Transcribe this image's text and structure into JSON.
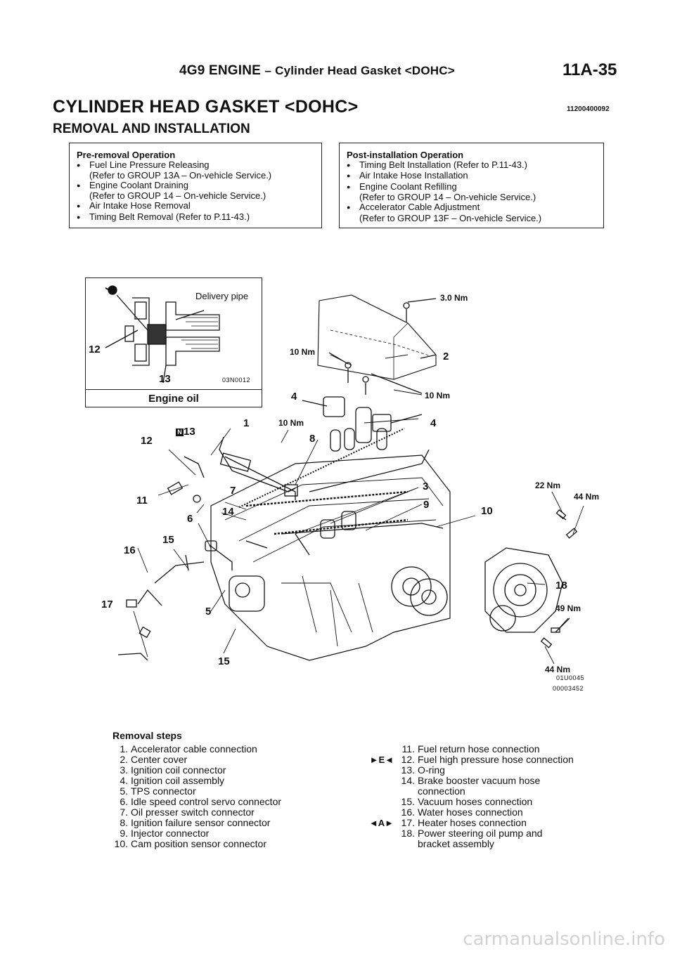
{
  "header": {
    "engine": "4G9 ENGINE",
    "section": "– Cylinder Head Gasket <DOHC>",
    "page": "11A-35"
  },
  "title": "CYLINDER HEAD GASKET <DOHC>",
  "doc_code": "11200400092",
  "subtitle": "REMOVAL AND INSTALLATION",
  "pre_op": {
    "heading": "Pre-removal Operation",
    "lines": [
      {
        "bullet": true,
        "text": "Fuel Line Pressure Releasing"
      },
      {
        "bullet": false,
        "text": "(Refer to GROUP 13A – On-vehicle Service.)"
      },
      {
        "bullet": true,
        "text": "Engine Coolant Draining"
      },
      {
        "bullet": false,
        "text": "(Refer to GROUP 14 – On-vehicle Service.)"
      },
      {
        "bullet": true,
        "text": "Air Intake Hose Removal"
      },
      {
        "bullet": true,
        "text": "Timing Belt Removal (Refer to P.11-43.)"
      }
    ]
  },
  "post_op": {
    "heading": "Post-installation Operation",
    "lines": [
      {
        "bullet": true,
        "text": "Timing Belt Installation (Refer to P.11-43.)"
      },
      {
        "bullet": true,
        "text": "Air Intake Hose Installation"
      },
      {
        "bullet": true,
        "text": "Engine Coolant Refilling"
      },
      {
        "bullet": false,
        "text": "(Refer to GROUP 14 – On-vehicle Service.)"
      },
      {
        "bullet": true,
        "text": "Accelerator Cable Adjustment"
      },
      {
        "bullet": false,
        "text": "(Refer to GROUP 13F – On-vehicle Service.)"
      }
    ]
  },
  "inset": {
    "delivery_pipe": "Delivery pipe",
    "label_12": "12",
    "label_13": "13",
    "code": "03N0012",
    "caption": "Engine oil"
  },
  "diagram": {
    "torques": {
      "t_3_0": "3.0 Nm",
      "t_10a": "10 Nm",
      "t_10b": "10 Nm",
      "t_10c": "10 Nm",
      "t_22": "22 Nm",
      "t_44a": "44 Nm",
      "t_49": "49 Nm",
      "t_44b": "44 Nm"
    },
    "numbers": {
      "n1": "1",
      "n2": "2",
      "n3": "3",
      "n4a": "4",
      "n4b": "4",
      "n5": "5",
      "n6": "6",
      "n7": "7",
      "n8": "8",
      "n9": "9",
      "n10": "10",
      "n11": "11",
      "n12": "12",
      "n13": "13",
      "n14": "14",
      "n15a": "15",
      "n15b": "15",
      "n16": "16",
      "n17": "17",
      "n18": "18"
    },
    "codes": [
      "01U0045",
      "00003452"
    ]
  },
  "steps": {
    "heading": "Removal steps",
    "left": [
      {
        "num": "1.",
        "text": "Accelerator cable connection"
      },
      {
        "num": "2.",
        "text": "Center cover"
      },
      {
        "num": "3.",
        "text": "Ignition coil connector"
      },
      {
        "num": "4.",
        "text": "Ignition coil assembly"
      },
      {
        "num": "5.",
        "text": "TPS connector"
      },
      {
        "num": "6.",
        "text": "Idle speed control servo connector"
      },
      {
        "num": "7.",
        "text": "Oil presser switch connector"
      },
      {
        "num": "8.",
        "text": "Ignition failure sensor connector"
      },
      {
        "num": "9.",
        "text": "Injector connector"
      },
      {
        "num": "10.",
        "text": "Cam position sensor connector"
      }
    ],
    "right": [
      {
        "mark": "",
        "num": "11.",
        "text": "Fuel return hose connection"
      },
      {
        "mark": "►E◄",
        "num": "12.",
        "text": "Fuel high pressure hose connection"
      },
      {
        "mark": "",
        "num": "13.",
        "text": "O-ring"
      },
      {
        "mark": "",
        "num": "14.",
        "text": "Brake booster vacuum hose"
      },
      {
        "mark": "",
        "num": "",
        "text": "connection"
      },
      {
        "mark": "",
        "num": "15.",
        "text": "Vacuum hoses connection"
      },
      {
        "mark": "",
        "num": "16.",
        "text": "Water hoses connection"
      },
      {
        "mark": "◄A►",
        "num": "17.",
        "text": "Heater hoses connection"
      },
      {
        "mark": "",
        "num": "18.",
        "text": "Power steering oil pump and"
      },
      {
        "mark": "",
        "num": "",
        "text": "bracket assembly"
      }
    ]
  },
  "watermark": "carmanualsonline.info"
}
